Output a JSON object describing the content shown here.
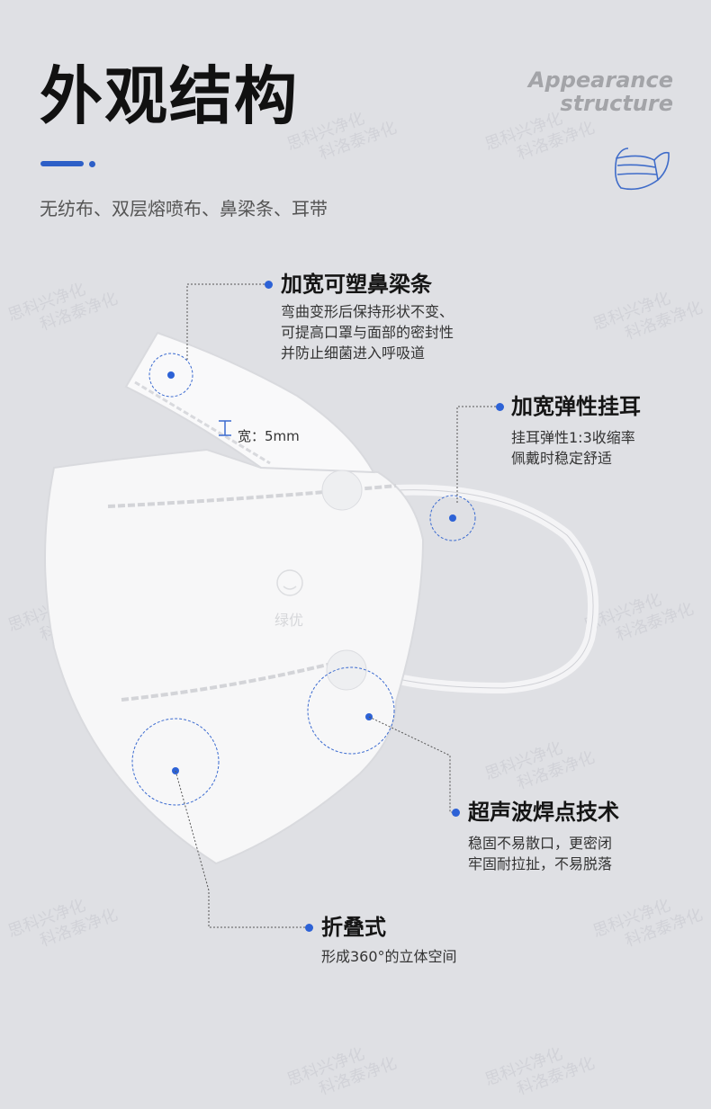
{
  "header": {
    "title": "外观结构",
    "subtitle": "无纺布、双层熔喷布、鼻梁条、耳带",
    "english_title_line1": "Appearance",
    "english_title_line2": "structure",
    "icon": "mask-icon"
  },
  "product": {
    "width_label": "宽：5mm",
    "logo_text": "绿优"
  },
  "callouts": [
    {
      "title": "加宽可塑鼻梁条",
      "desc": [
        "弯曲变形后保持形状不变、",
        "可提高口罩与面部的密封性",
        "并防止细菌进入呼吸道"
      ]
    },
    {
      "title": "加宽弹性挂耳",
      "desc": [
        "挂耳弹性1:3收缩率",
        "佩戴时稳定舒适"
      ]
    },
    {
      "title": "超声波焊点技术",
      "desc": [
        "稳固不易散口，更密闭",
        "牢固耐拉扯，不易脱落"
      ]
    },
    {
      "title": "折叠式",
      "desc": [
        "形成360°的立体空间"
      ]
    }
  ],
  "watermark": {
    "line1": "思科兴净化",
    "line2": "科洛泰净化"
  },
  "colors": {
    "accent": "#2d62d6",
    "background": "#dfe0e4"
  }
}
